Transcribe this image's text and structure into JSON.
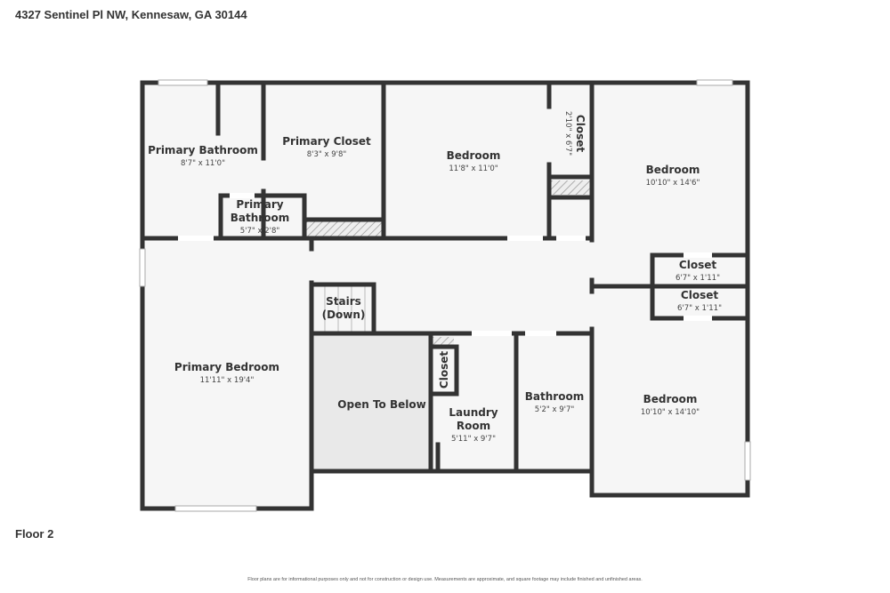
{
  "header": {
    "address": "4327 Sentinel Pl NW, Kennesaw, GA 30144"
  },
  "footer": {
    "floor_label": "Floor 2",
    "disclaimer": "Floor plans are for informational purposes only and not for construction or design use. Measurements are approximate, and square footage may include finished and unfinished areas."
  },
  "colors": {
    "wall": "#333333",
    "floor": "#f6f6f6",
    "open_to_below": "#e9e9e9"
  },
  "rooms": [
    {
      "name": "Primary Bathroom",
      "dims": "8'7\" x 11'0\""
    },
    {
      "name": "Primary Closet",
      "dims": "8'3\" x 9'8\""
    },
    {
      "name": "Bedroom",
      "dims": "11'8\" x 11'0\""
    },
    {
      "name": "Closet",
      "dims": "2'10\" x 6'7\""
    },
    {
      "name": "Bedroom",
      "dims": "10'10\" x 14'6\""
    },
    {
      "name": "Primary",
      "name2": "Bathroom",
      "dims": "5'7\" x 2'8\""
    },
    {
      "name": "Closet",
      "dims": "6'7\" x 1'11\""
    },
    {
      "name": "Closet",
      "dims": "6'7\" x 1'11\""
    },
    {
      "name": "Stairs",
      "name2": "(Down)"
    },
    {
      "name": "Primary Bedroom",
      "dims": "11'11\" x 19'4\""
    },
    {
      "name": "Open To Below"
    },
    {
      "name": "Closet"
    },
    {
      "name": "Laundry",
      "name2": "Room",
      "dims": "5'11\" x 9'7\""
    },
    {
      "name": "Bathroom",
      "dims": "5'2\" x 9'7\""
    },
    {
      "name": "Bedroom",
      "dims": "10'10\" x 14'10\""
    }
  ]
}
